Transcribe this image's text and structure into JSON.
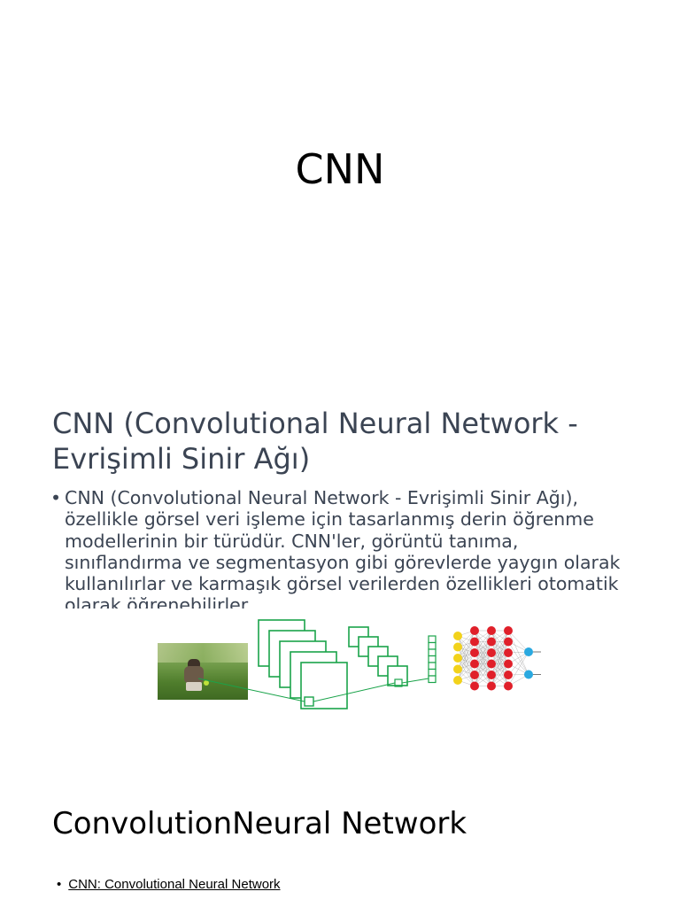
{
  "slides": [
    {
      "title": "CNN"
    },
    {
      "heading": "CNN (Convolutional Neural Network - Evrişimli Sinir Ağı)",
      "bullet": "CNN (Convolutional Neural Network - Evrişimli Sinir Ağı), özellikle görsel veri işleme için tasarlanmış derin öğrenme modellerinin bir türüdür. CNN'ler, görüntü tanıma, sınıflandırma ve segmentasyon gibi görevlerde yaygın olarak kullanılırlar ve karmaşık görsel verilerden özellikleri otomatik olarak öğrenebilirler."
    },
    {
      "heading": "ConvolutionNeural Network",
      "link_text": "CNN: Convolutional Neural Network"
    }
  ],
  "bullet_char": "•",
  "colors": {
    "heading": "#3b4453",
    "diagram_green": "#1aa34a",
    "node_yellow": "#f2d21b",
    "node_red": "#e0202a",
    "node_blue": "#2aa9e0"
  }
}
